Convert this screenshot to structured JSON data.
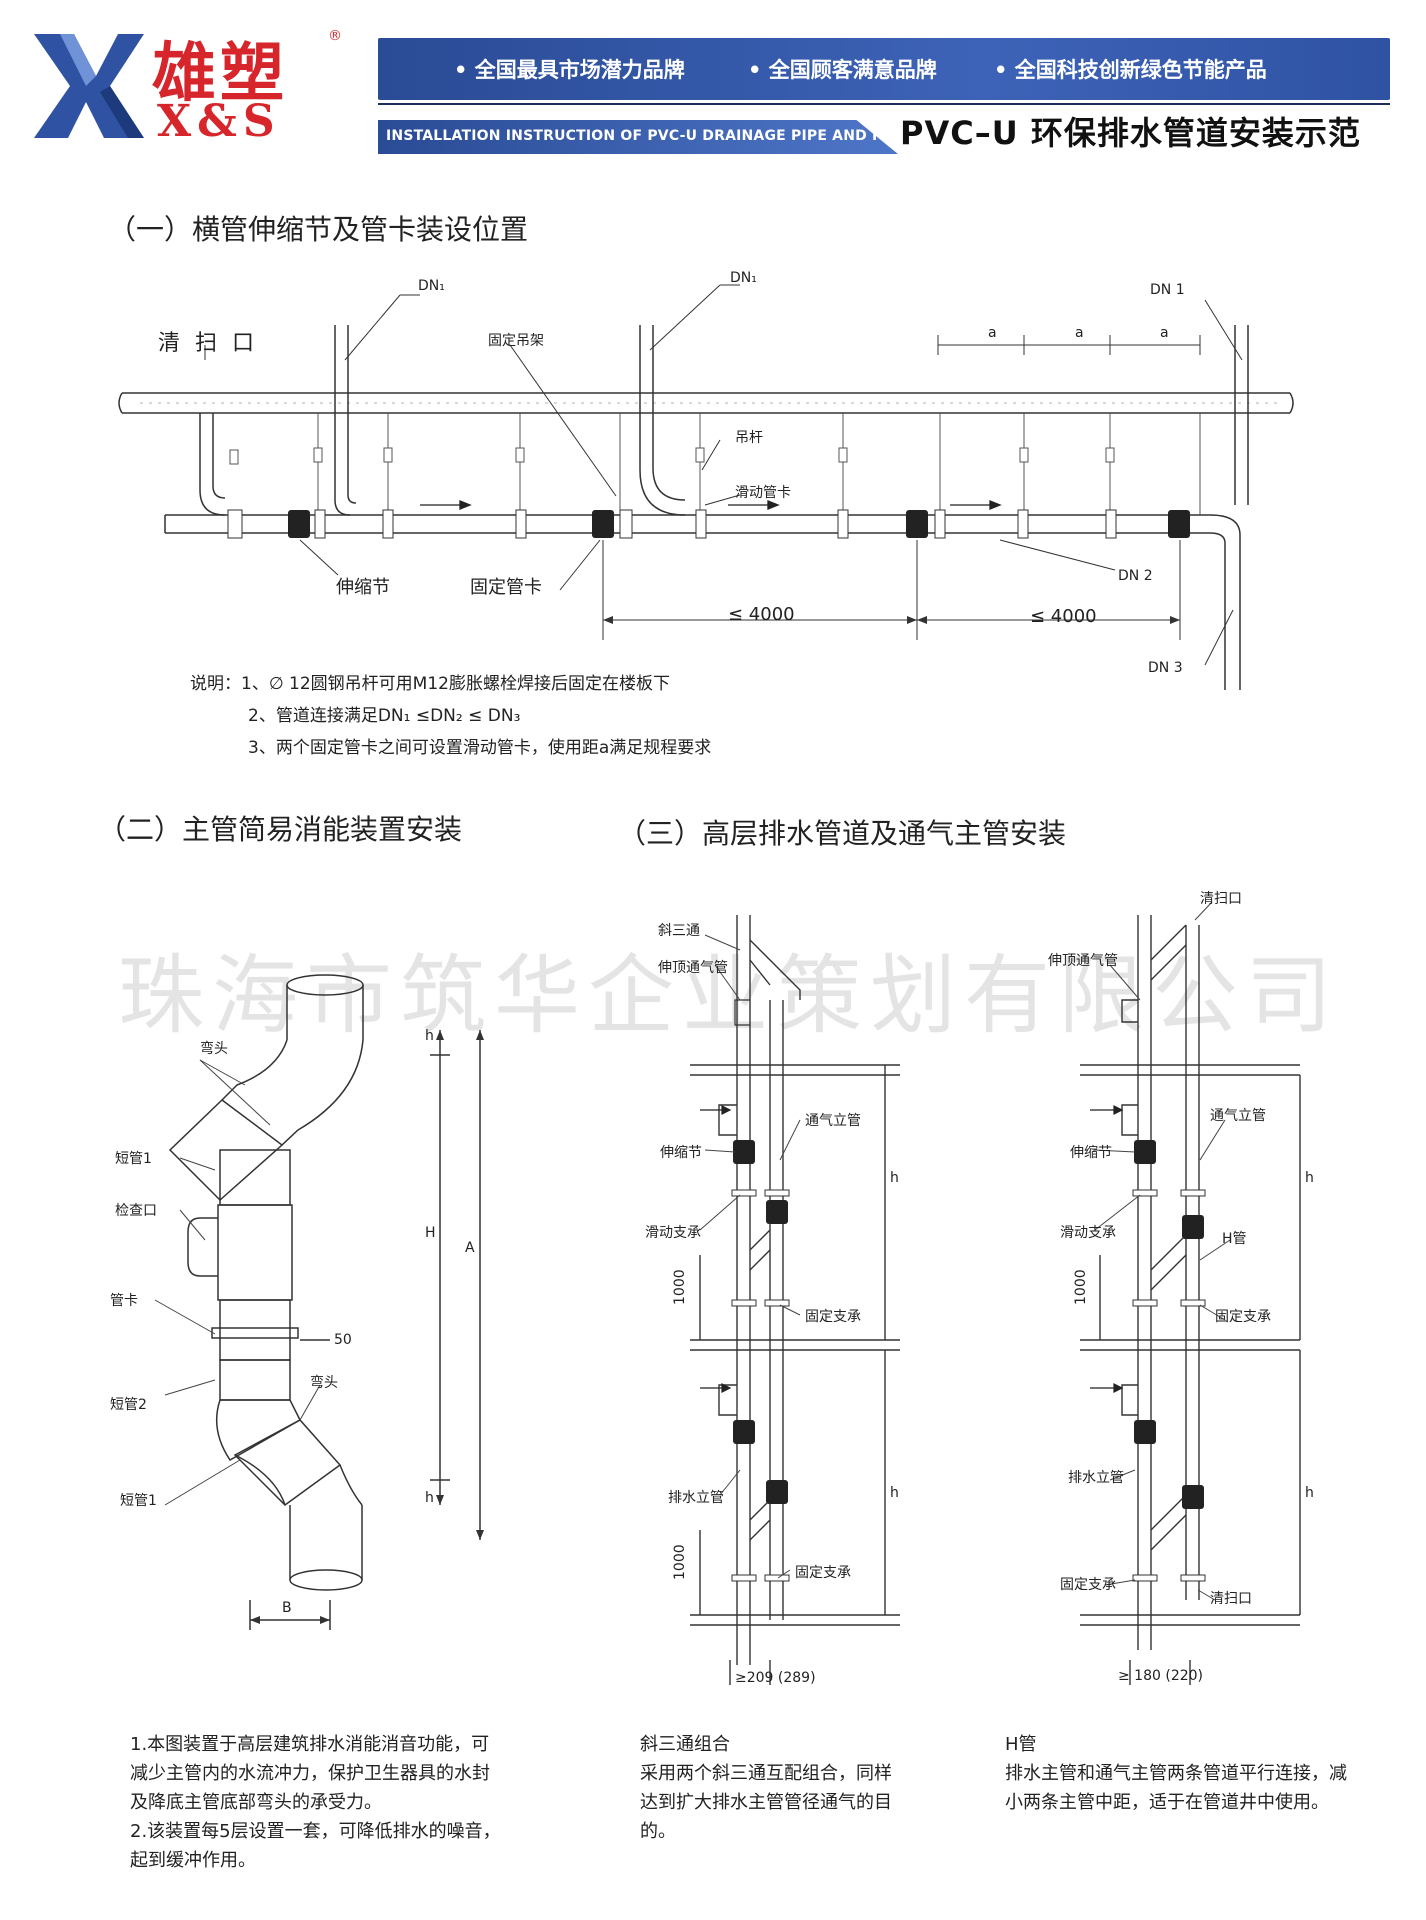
{
  "header": {
    "brand_cn": "雄塑",
    "brand_en": "X&S",
    "registered_mark": "®",
    "slogans": [
      "全国最具市场潜力品牌",
      "全国顾客满意品牌",
      "全国科技创新绿色节能产品"
    ],
    "instruction_en": "INSTALLATION INSTRUCTION OF PVC-U DRAINAGE PIPE AND FITTING",
    "title": "PVC–U 环保排水管道安装示范",
    "colors": {
      "brand_red": "#d6262b",
      "brand_blue": "#2f52a3"
    }
  },
  "watermark": "珠海市筑华企业策划有限公司",
  "section1": {
    "title": "（一）横管伸缩节及管卡装设位置",
    "labels": {
      "cleanout": "清 扫 口",
      "dn1_a": "DN₁",
      "dn1_b": "DN₁",
      "dn1_c": "DN 1",
      "dn2": "DN 2",
      "dn3": "DN 3",
      "fixed_hanger": "固定吊架",
      "rod": "吊杆",
      "sliding_clamp": "滑动管卡",
      "expansion_joint": "伸缩节",
      "fixed_clamp": "固定管卡",
      "spacing_a": "a",
      "dim_1": "≤ 4000",
      "dim_2": "≤ 4000"
    },
    "notes": [
      "说明：1、∅ 12圆钢吊杆可用M12膨胀螺栓焊接后固定在楼板下",
      "2、管道连接满足DN₁ ≤DN₂ ≤ DN₃",
      "3、两个固定管卡之间可设置滑动管卡，使用距a满足规程要求"
    ]
  },
  "section2": {
    "title": "（二）主管简易消能装置安装",
    "labels": {
      "elbow_top": "弯头",
      "short_pipe_1a": "短管1",
      "inspection_port": "检查口",
      "clamp": "管卡",
      "short_pipe_2": "短管2",
      "elbow_bottom": "弯头",
      "short_pipe_1b": "短管1",
      "dim_h_top": "h",
      "dim_H": "H",
      "dim_A": "A",
      "dim_50": "50",
      "dim_h_bottom": "h",
      "dim_B": "B"
    },
    "description": [
      "1.本图装置于高层建筑排水消能消音功能，可",
      "减少主管内的水流冲力，保护卫生器具的水封",
      "及降底主管底部弯头的承受力。",
      "2.该装置每5层设置一套，可降低排水的噪音，",
      "起到缓冲作用。"
    ]
  },
  "section3": {
    "title": "（三）高层排水管道及通气主管安装",
    "left": {
      "labels": {
        "oblique_tee": "斜三通",
        "roof_vent": "伸顶通气管",
        "vent_riser": "通气立管",
        "expansion_joint": "伸缩节",
        "sliding_support": "滑动支承",
        "fixed_support_1": "固定支承",
        "drain_riser": "排水立管",
        "fixed_support_2": "固定支承",
        "dim_1000_a": "1000",
        "dim_1000_b": "1000",
        "dim_h_a": "h",
        "dim_h_b": "h",
        "spacing": "≥209  (289)"
      },
      "caption_title": "斜三通组合",
      "caption": [
        "采用两个斜三通互配组合，同样",
        "达到扩大排水主管管径通气的目",
        "的。"
      ]
    },
    "right": {
      "labels": {
        "cleanout_top": "清扫口",
        "roof_vent": "伸顶通气管",
        "vent_riser": "通气立管",
        "expansion_joint": "伸缩节",
        "sliding_support": "滑动支承",
        "h_pipe": "H管",
        "fixed_support_1": "固定支承",
        "drain_riser": "排水立管",
        "fixed_support_2": "固定支承",
        "cleanout_bottom": "清扫口",
        "dim_1000": "1000",
        "dim_h_a": "h",
        "dim_h_b": "h",
        "spacing": "≥ 180  (220)"
      },
      "caption_title": "H管",
      "caption": [
        "排水主管和通气主管两条管道平行连接，减",
        "小两条主管中距，适于在管道井中使用。"
      ]
    }
  }
}
